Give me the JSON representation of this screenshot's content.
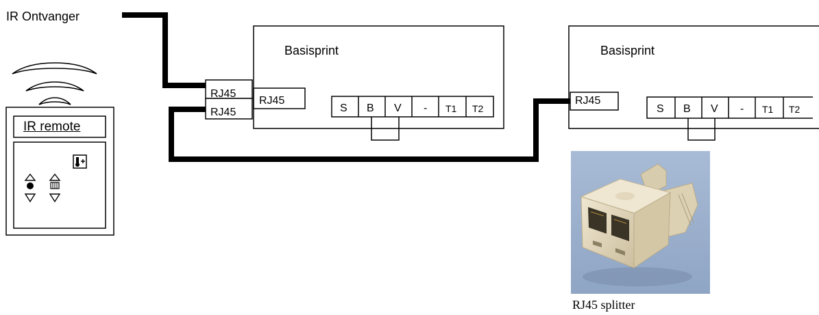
{
  "receiver": {
    "label": "IR Ontvanger"
  },
  "boards": [
    {
      "title": "Basisprint",
      "connector": "RJ45",
      "terminals": [
        "S",
        "B",
        "V",
        "-",
        "T1",
        "T2"
      ]
    },
    {
      "title": "Basisprint",
      "connector": "RJ45",
      "terminals": [
        "S",
        "B",
        "V",
        "-",
        "T1",
        "T2"
      ]
    }
  ],
  "splitter": {
    "port_top": "RJ45",
    "port_bottom": "RJ45"
  },
  "remote": {
    "label": "IR remote"
  },
  "photo": {
    "caption": "RJ45 splitter"
  },
  "colors": {
    "line": "#000000",
    "photo_bg": "#9fb3cf",
    "photo_plug": "#e6dcc3"
  }
}
